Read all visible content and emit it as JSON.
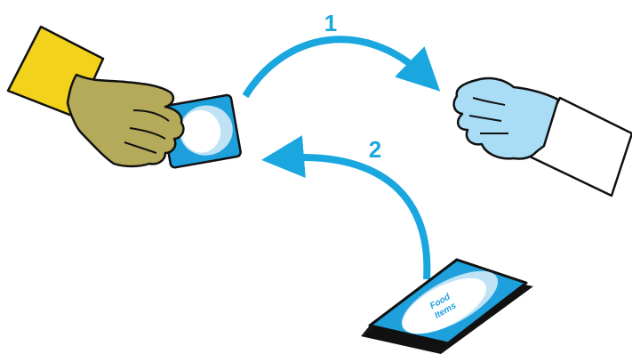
{
  "colors": {
    "arrow": "#1aa7e0",
    "step_number": "#1aa7e0",
    "outline": "#111111",
    "left_sleeve": "#f2d21b",
    "left_hand": "#b5a95a",
    "right_sleeve": "#ffffff",
    "right_glove": "#a9dcf5",
    "card_fill": "#1ea0dc",
    "card_face": "#ffffff",
    "card_ring": "#bfe3f5",
    "phone_body": "#111111",
    "phone_screen": "#1ea0dc"
  },
  "steps": [
    {
      "number": "1",
      "direction": "left-to-right",
      "from": "card-in-left-hand",
      "to": "right-gloved-hand"
    },
    {
      "number": "2",
      "direction": "bottom-to-left",
      "from": "phone",
      "to": "card-in-left-hand"
    }
  ],
  "phone": {
    "label_line1": "Food",
    "label_line2": "Items"
  },
  "icons": {
    "left_hand": "hand-holding-card-icon",
    "right_hand": "gloved-hand-icon",
    "card": "payment-card-icon",
    "phone": "smartphone-icon"
  }
}
